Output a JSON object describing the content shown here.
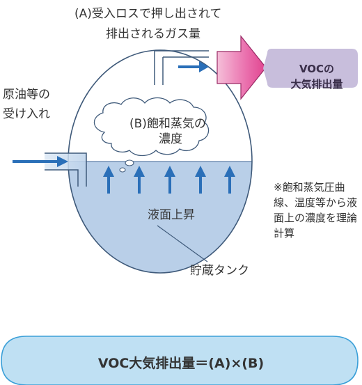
{
  "labels": {
    "gas_line1": "(A)受入ロスで押し出されて",
    "gas_line2": "排出されるガス量",
    "receive_line1": "原油等の",
    "receive_line2": "受け入れ",
    "saturated_line1": "(B)飽和蒸気の",
    "saturated_line2": "濃度",
    "liquid_rise": "液面上昇",
    "tank": "貯蔵タンク",
    "note": "※飽和蒸気圧曲線、温度等から液面上の濃度を理論計算"
  },
  "voc_box": {
    "line1": "VOCの",
    "line2": "大気排出量"
  },
  "formula": {
    "text": "VOC大気排出量＝(A)×(B)"
  },
  "colors": {
    "liquid": "#b9cfe8",
    "arrow_blue": "#2a6fb8",
    "pink_arrow": "#e4559b",
    "voc_box": "#c8bedc",
    "formula_fill": "#bfe0f3",
    "formula_stroke": "#3a9fd8",
    "line": "#3f5a7a"
  }
}
